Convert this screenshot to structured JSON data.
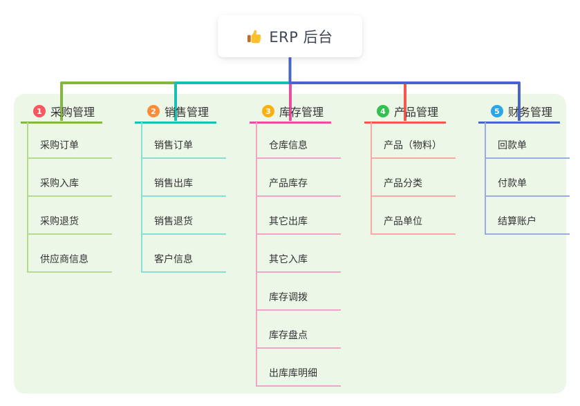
{
  "root": {
    "label": "ERP 后台",
    "icon": "thumbs-up"
  },
  "panel": {
    "background": "#ecf7e8"
  },
  "connector": {
    "root_line_color": "#4a64cd"
  },
  "branches": [
    {
      "order": "1",
      "label": "采购管理",
      "badge_color": "#f8575f",
      "line_color": "#82b93d",
      "child_line_color": "#b7d98b",
      "children": [
        "采购订单",
        "采购入库",
        "采购退货",
        "供应商信息"
      ]
    },
    {
      "order": "2",
      "label": "销售管理",
      "badge_color": "#fa8c3a",
      "line_color": "#17c0b0",
      "child_line_color": "#87ded4",
      "children": [
        "销售订单",
        "销售出库",
        "销售退货",
        "客户信息"
      ]
    },
    {
      "order": "3",
      "label": "库存管理",
      "badge_color": "#fbb012",
      "line_color": "#ea4f9f",
      "child_line_color": "#f3a2c9",
      "children": [
        "仓库信息",
        "产品库存",
        "其它出库",
        "其它入库",
        "库存调拨",
        "库存盘点",
        "出库库明细"
      ]
    },
    {
      "order": "4",
      "label": "产品管理",
      "badge_color": "#34bf51",
      "line_color": "#f7564f",
      "child_line_color": "#fba8a3",
      "children": [
        "产品（物料）",
        "产品分类",
        "产品单位"
      ]
    },
    {
      "order": "5",
      "label": "财务管理",
      "badge_color": "#2aa6e9",
      "line_color": "#4a64cd",
      "child_line_color": "#97abe2",
      "children": [
        "回款单",
        "付款单",
        "结算账户"
      ]
    }
  ]
}
